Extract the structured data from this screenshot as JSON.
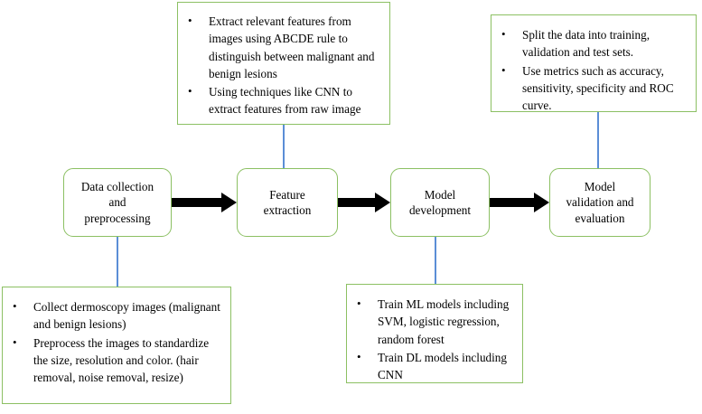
{
  "diagram": {
    "title": "Skin lesion classification pipeline flowchart",
    "colors": {
      "box_border": "#8cc063",
      "connector": "#5b8ed6",
      "arrow": "#000000",
      "background": "#ffffff",
      "text": "#000000"
    },
    "bullet_glyph": "•"
  },
  "process_steps": [
    {
      "id": "data-collection-and-preprocessing",
      "label": "Data collection\nand\npreprocessing"
    },
    {
      "id": "feature-extraction",
      "label": "Feature\nextraction"
    },
    {
      "id": "model-development",
      "label": "Model\ndevelopment"
    },
    {
      "id": "model-validation-and-evaluation",
      "label": "Model\nvalidation and\nevaluation"
    }
  ],
  "notes": {
    "feature_extraction": {
      "items": [
        "Extract relevant features from images using ABCDE rule to distinguish between malignant and benign lesions",
        "Using techniques like CNN to extract features from raw image"
      ]
    },
    "model_validation": {
      "items": [
        "Split the data into training, validation and test sets.",
        "Use metrics such as accuracy, sensitivity, specificity and ROC curve."
      ]
    },
    "data_collection": {
      "items": [
        "Collect dermoscopy images (malignant and benign lesions)",
        "Preprocess the images to standardize the size, resolution and color. (hair removal, noise removal, resize)"
      ]
    },
    "model_development": {
      "items": [
        "Train ML models including SVM, logistic regression, random forest",
        "Train DL models including CNN"
      ]
    }
  }
}
